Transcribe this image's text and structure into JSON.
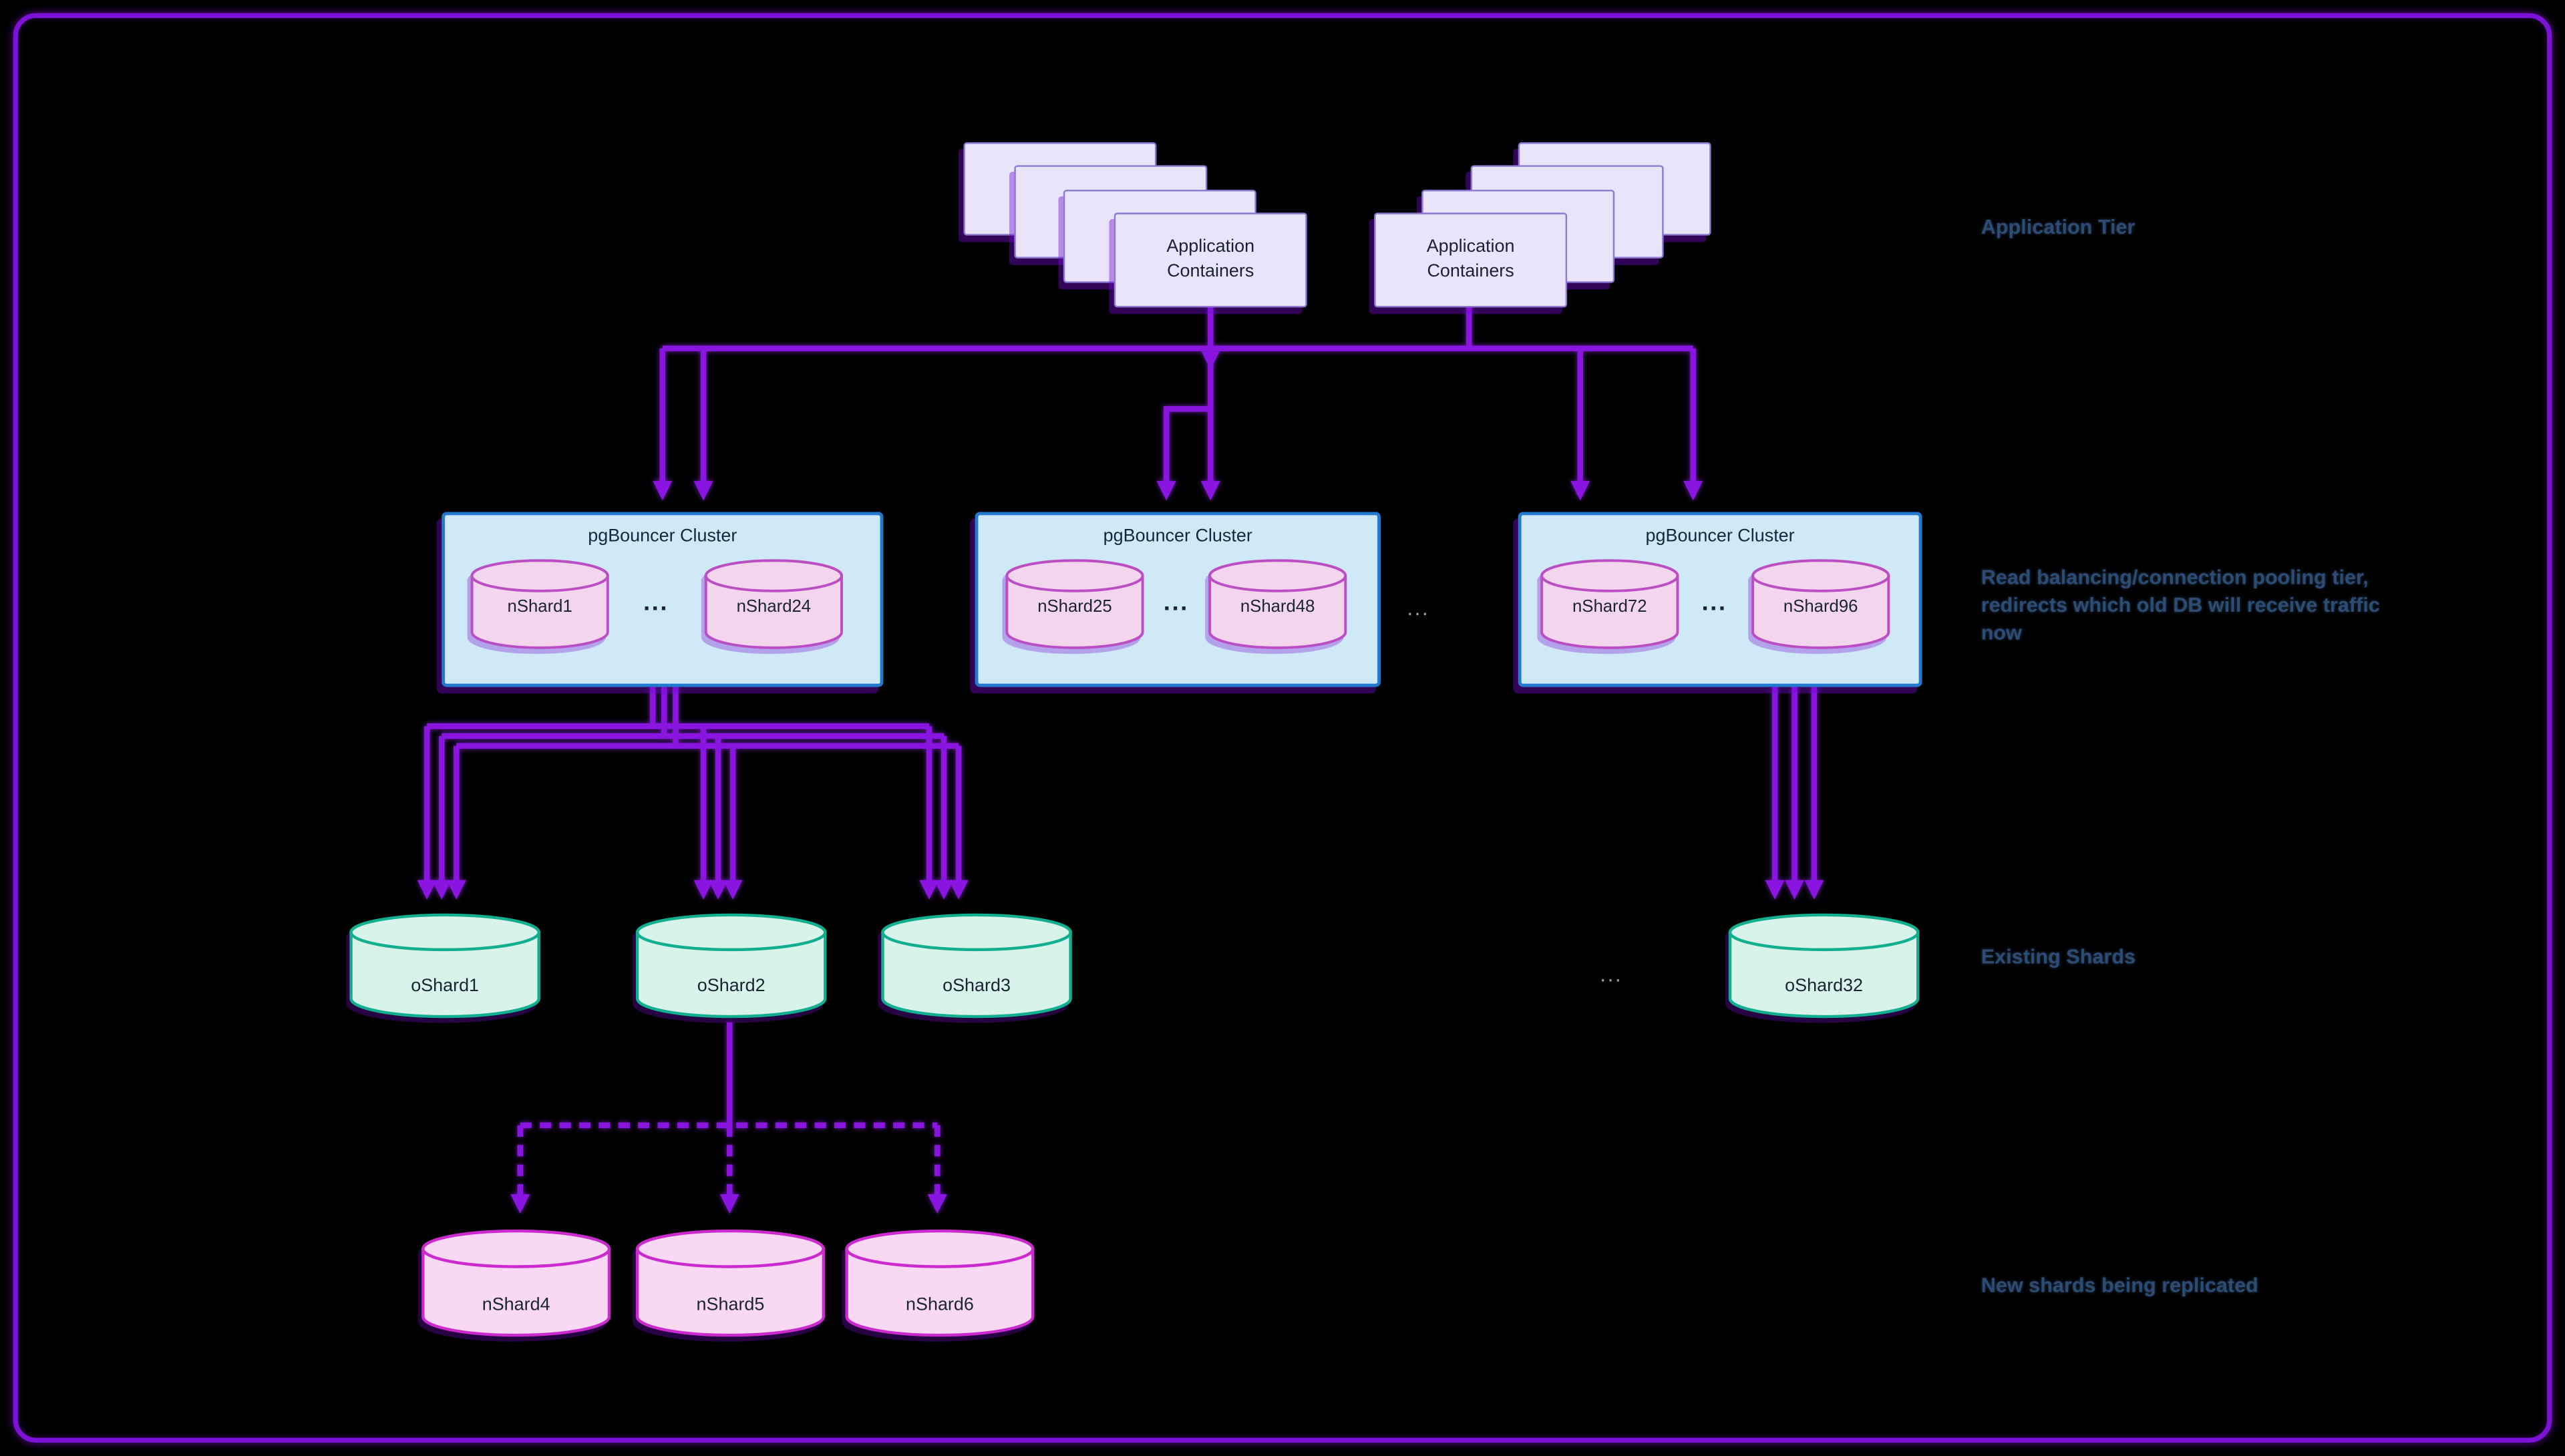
{
  "annotations": {
    "application_tier": "Application Tier",
    "pgbouncer_line1": "Read balancing/connection pooling tier,",
    "pgbouncer_line2": "redirects which old DB will receive traffic",
    "pgbouncer_line3": "now",
    "existing_shards": "Existing Shards",
    "new_shards_note": "New shards being replicated"
  },
  "app_stacks": [
    {
      "label": "Application Containers"
    },
    {
      "label": "Application Containers"
    }
  ],
  "clusters": [
    {
      "title": "pgBouncer Cluster",
      "left": "nShard1",
      "ellipsis": "...",
      "right": "nShard24"
    },
    {
      "title": "pgBouncer Cluster",
      "left": "nShard25",
      "ellipsis": "...",
      "right": "nShard48"
    },
    {
      "title": "pgBouncer Cluster",
      "left": "nShard72",
      "ellipsis": "...",
      "right": "nShard96"
    }
  ],
  "gaps": {
    "cluster_row": "...",
    "shard_row": "..."
  },
  "old_shards": [
    "oShard1",
    "oShard2",
    "oShard3",
    "oShard32"
  ],
  "new_shards": [
    "nShard4",
    "nShard5",
    "nShard6"
  ]
}
